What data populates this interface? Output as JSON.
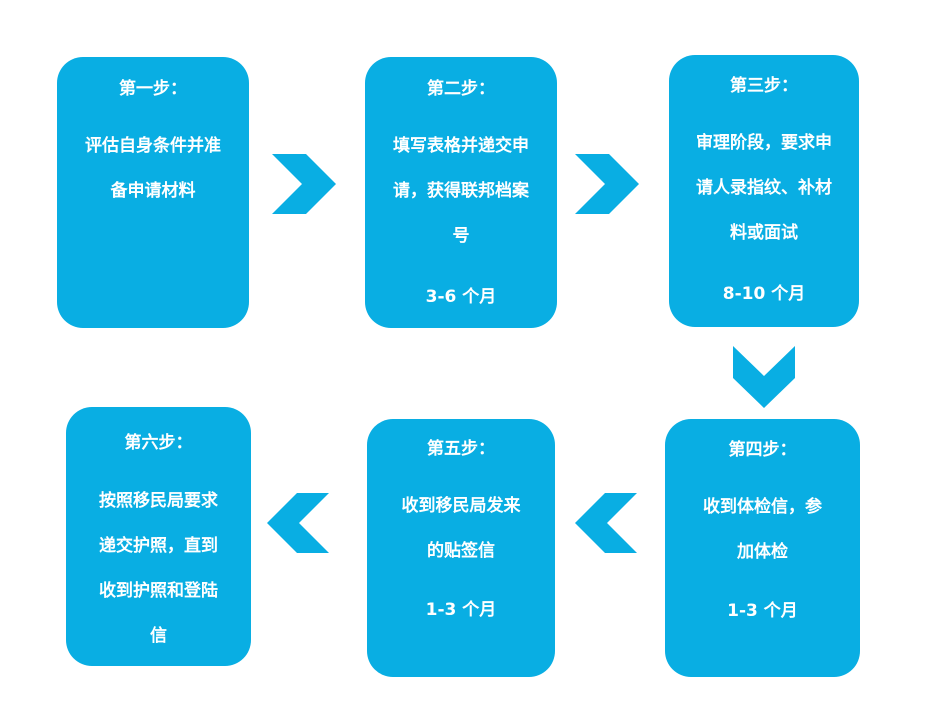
{
  "colors": {
    "box": "#09aee3",
    "arrow": "#09aee3",
    "text": "#ffffff"
  },
  "steps": [
    {
      "title": "第一步：",
      "lines": [
        "评估自身条件并准",
        "备申请材料"
      ],
      "duration": ""
    },
    {
      "title": "第二步：",
      "lines": [
        "填写表格并递交申",
        "请，获得联邦档案",
        "号"
      ],
      "duration": "3-6 个月"
    },
    {
      "title": "第三步：",
      "lines": [
        "审理阶段，要求申",
        "请人录指纹、补材",
        "料或面试"
      ],
      "duration": "8-10 个月"
    },
    {
      "title": "第四步：",
      "lines": [
        "收到体检信，参",
        "加体检"
      ],
      "duration": "1-3 个月"
    },
    {
      "title": "第五步：",
      "lines": [
        "收到移民局发来",
        "的贴签信"
      ],
      "duration": "1-3 个月"
    },
    {
      "title": "第六步：",
      "lines": [
        "按照移民局要求",
        "递交护照，直到",
        "收到护照和登陆",
        "信"
      ],
      "duration": ""
    }
  ],
  "arrows": [
    {
      "icon": "chevron-right-icon"
    },
    {
      "icon": "chevron-right-icon"
    },
    {
      "icon": "chevron-down-icon"
    },
    {
      "icon": "chevron-left-icon"
    },
    {
      "icon": "chevron-left-icon"
    }
  ]
}
